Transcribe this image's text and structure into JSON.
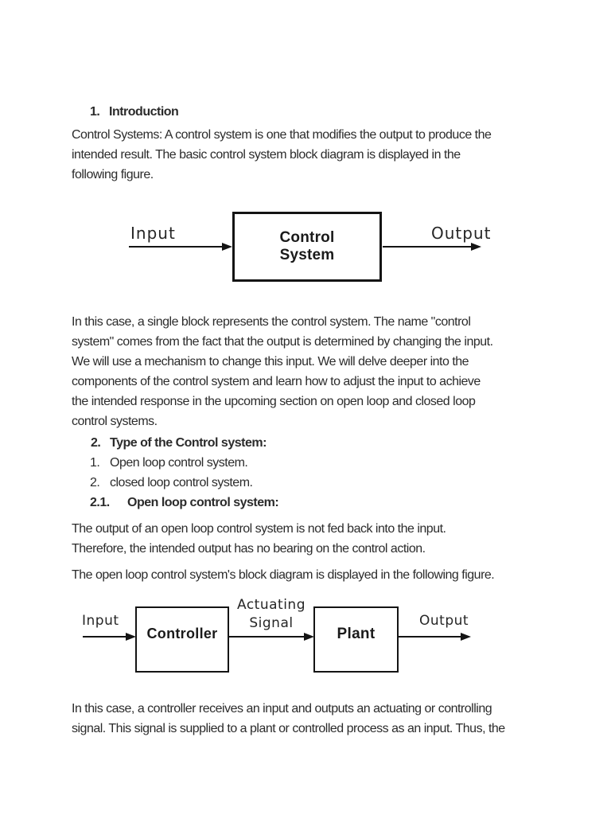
{
  "colors": {
    "ink": "#2b2b2b",
    "diagram_line": "#141414",
    "page_background": "#ffffff"
  },
  "document": {
    "heading1": {
      "number": "1.",
      "text": "Introduction"
    },
    "para1_lines": [
      "Control Systems: A control system is one that modifies the output to produce the",
      "intended result. The basic control system block diagram is displayed in the",
      "following figure."
    ],
    "diagram1": {
      "input_label": "Input",
      "box_label_lines": [
        "Control",
        "System"
      ],
      "output_label": "Output"
    },
    "para2_lines": [
      "In this case, a single block represents the control system. The name \"control",
      "system\" comes from the fact that the output is determined by changing the input.",
      "We will use a mechanism to change this input. We will delve deeper into the",
      "components of the control system and learn how to adjust the input to achieve",
      "the intended response in the upcoming section on open loop and closed loop",
      "control systems."
    ],
    "heading2": {
      "number": "2.",
      "text": "Type of the Control system:"
    },
    "list_items": [
      {
        "number": "1.",
        "text": "Open loop control system."
      },
      {
        "number": "2.",
        "text": "closed loop control system."
      }
    ],
    "heading2_1": {
      "number": "2.1.",
      "text": "Open loop control system:"
    },
    "para3_lines": [
      "The output of an open loop control system is not fed back into the input.",
      "Therefore, the intended output has no bearing on the control action."
    ],
    "para4_lines": [
      "The open loop control system's block diagram is displayed in the following figure."
    ],
    "diagram2": {
      "input_label": "Input",
      "controller_label": "Controller",
      "signal_label_lines": [
        "Actuating",
        "Signal"
      ],
      "plant_label": "Plant",
      "output_label": "Output"
    },
    "para5_lines": [
      "In this case, a controller receives an input and outputs an actuating or controlling",
      "signal. This signal is supplied to a plant or controlled process as an input. Thus, the"
    ]
  }
}
